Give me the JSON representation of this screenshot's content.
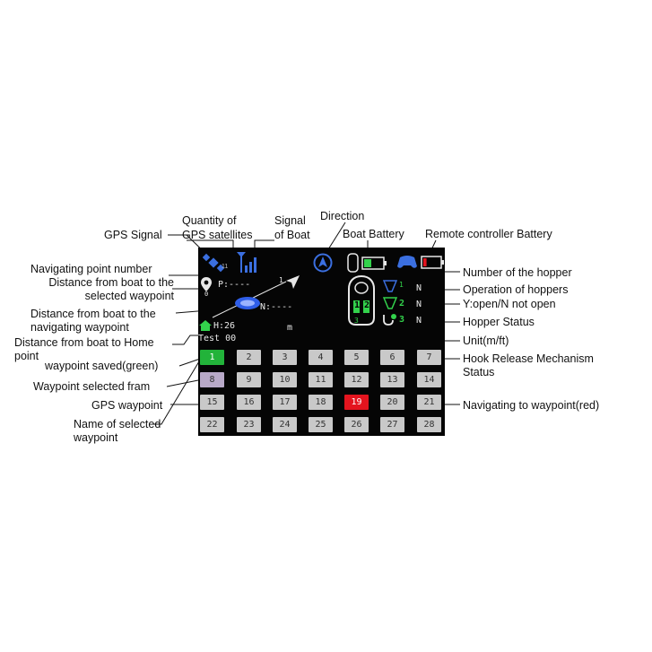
{
  "labels": {
    "gps_signal": "GPS Signal",
    "gps_satellites_l1": "Quantity of",
    "gps_satellites_l2": "GPS satellites",
    "boat_signal_l1": "Signal",
    "boat_signal_l2": "of Boat",
    "direction": "Direction",
    "boat_battery": "Boat Battery",
    "remote_battery": "Remote controller Battery",
    "nav_point_number": "Navigating point number",
    "dist_selected": "Distance from boat to the selected waypoint",
    "dist_navigating": "Distance from boat to the navigating waypoint",
    "dist_home": "Distance from boat to Home point",
    "wp_saved": "waypoint saved(green)",
    "wp_selected_frame": "Waypoint selected fram",
    "gps_waypoint": "GPS waypoint",
    "name_selected": "Name of selected waypoint",
    "hopper_number": "Number of the hopper",
    "hopper_operation": "Operation of hoppers",
    "hopper_yn": "Y:open/N not open",
    "hopper_status": "Hopper Status",
    "unit": "Unit(m/ft)",
    "hook_release": "Hook Release Mechanism Status",
    "nav_to_wp": "Navigating to waypoint(red)"
  },
  "screen": {
    "nav_point_number": "1",
    "p_distance": "P:----",
    "n_distance": "N:----",
    "home_distance": "H:26",
    "waypoint_name": "Test 00",
    "unit": "m",
    "satellite_count": "11",
    "hopper_number_1": "1",
    "hopper_number_2": "2",
    "hopper_count": "3",
    "hopper_1_status": "N",
    "hopper_2_status": "N",
    "hook_status": "N",
    "hook_count": "3",
    "boat_battery_level": 0.4,
    "remote_battery_level": 0.2,
    "colors": {
      "saved": "#22b33a",
      "navigating": "#e4141e",
      "selected": "#b8a9c8",
      "default": "#c9c9c9"
    },
    "icons": {
      "gps": "satellite-icon",
      "signal": "signal-bars-icon",
      "direction": "compass-icon",
      "boat_battery": "battery-icon",
      "remote_battery": "gamepad-battery-icon",
      "home": "home-icon",
      "location": "location-pin-icon",
      "boat": "boat-icon",
      "hopper": "hopper-icon",
      "hook": "hook-icon"
    },
    "waypoints": [
      {
        "label": "1",
        "state": "saved"
      },
      {
        "label": "2",
        "state": "default"
      },
      {
        "label": "3",
        "state": "default"
      },
      {
        "label": "4",
        "state": "default"
      },
      {
        "label": "5",
        "state": "default"
      },
      {
        "label": "6",
        "state": "default"
      },
      {
        "label": "7",
        "state": "default"
      },
      {
        "label": "8",
        "state": "selected"
      },
      {
        "label": "9",
        "state": "default"
      },
      {
        "label": "10",
        "state": "default"
      },
      {
        "label": "11",
        "state": "default"
      },
      {
        "label": "12",
        "state": "default"
      },
      {
        "label": "13",
        "state": "default"
      },
      {
        "label": "14",
        "state": "default"
      },
      {
        "label": "15",
        "state": "default"
      },
      {
        "label": "16",
        "state": "default"
      },
      {
        "label": "17",
        "state": "default"
      },
      {
        "label": "18",
        "state": "default"
      },
      {
        "label": "19",
        "state": "navigating"
      },
      {
        "label": "20",
        "state": "default"
      },
      {
        "label": "21",
        "state": "default"
      },
      {
        "label": "22",
        "state": "default"
      },
      {
        "label": "23",
        "state": "default"
      },
      {
        "label": "24",
        "state": "default"
      },
      {
        "label": "25",
        "state": "default"
      },
      {
        "label": "26",
        "state": "default"
      },
      {
        "label": "27",
        "state": "default"
      },
      {
        "label": "28",
        "state": "default"
      }
    ]
  }
}
